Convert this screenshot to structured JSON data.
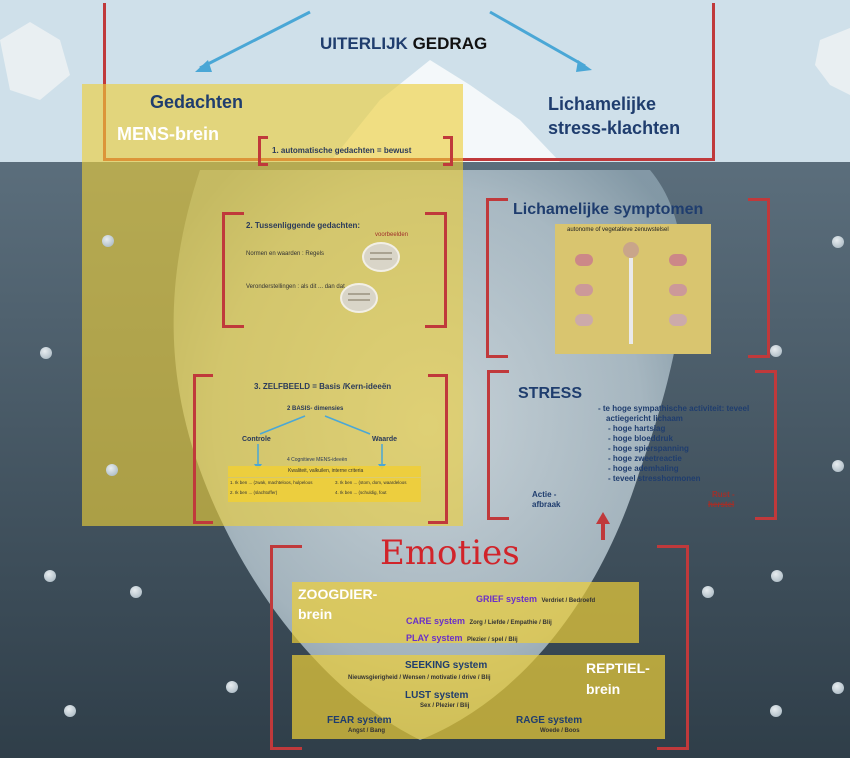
{
  "top": {
    "title_a": "UITERLIJK",
    "title_b": "GEDRAG"
  },
  "left": {
    "title": "Gedachten",
    "subtitle": "MENS-brein",
    "auto_thoughts": "1. automatische gedachten = bewust",
    "between": {
      "title": "2. Tussenliggende gedachten:",
      "tag": "voorbeelden",
      "bullet_1": "Normen en waarden : Regels",
      "bullet_2": "Veronderstellingen : als dit ... dan dat"
    },
    "self": {
      "title": "3. ZELFBEELD = Basis /Kern-ideeën",
      "dims": "2 BASIS- dimensies",
      "left_dim": "Controle",
      "right_dim": "Waarde",
      "cog": "4 Cognitieve MENS-ideeën",
      "band": "Kwaliteit, valkuilen, interne criteria",
      "row_1_a": "1. Ik ben ... (zwak, machteloos, hulpeloos",
      "row_1_b": "3. Ik ben ... (stom, dom, waardeloos",
      "row_2_a": "2. Ik ben ... (slachtoffer)",
      "row_2_b": "4. Ik ben ... (schuldig, fout"
    }
  },
  "right": {
    "title_1": "Lichamelijke",
    "title_2": "stress-klachten",
    "symptoms_title": "Lichamelijke symptomen",
    "chart_caption": "autonome of vegetatieve zenuwstelsel",
    "stress_title": "STRESS",
    "stress_lines": [
      "- te hoge sympathische activiteit: teveel",
      "  actiegericht lichaam",
      "- hoge hartslag",
      "- hoge bloeddruk",
      "- hoge spierspanning",
      "- hoge zweetreactie",
      "- hoge ademhaling",
      "- teveel stresshormonen"
    ],
    "actie_1": "Actie -",
    "actie_2": "afbraak",
    "rust_1": "Rust -",
    "rust_2": "herstel"
  },
  "emotions": {
    "title": "Emoties",
    "mammal_1": "ZOOGDIER-",
    "mammal_2": "brein",
    "grief": "GRIEF system",
    "grief_sub": "Verdriet / Bedroefd",
    "care": "CARE system",
    "care_sub": "Zorg / Liefde / Empathie / Blij",
    "play": "PLAY system",
    "play_sub": "Plezier / spel / Blij",
    "seeking": "SEEKING system",
    "seeking_sub": "Nieuwsgierigheid / Wensen / motivatie / drive / Blij",
    "reptile_1": "REPTIEL-",
    "reptile_2": "brein",
    "lust": "LUST system",
    "lust_sub": "Sex / Plezier / Blij",
    "fear": "FEAR system",
    "fear_sub": "Angst / Bang",
    "rage": "RAGE system",
    "rage_sub": "Woede / Boos"
  },
  "colors": {
    "sky": "#cfe0ea",
    "water": "#4a5d6b",
    "panel": "#eece38",
    "bracket": "#c0393b",
    "navy": "#1f3d6e",
    "purple": "#6a30c8",
    "emotion_red": "#d1242a"
  }
}
